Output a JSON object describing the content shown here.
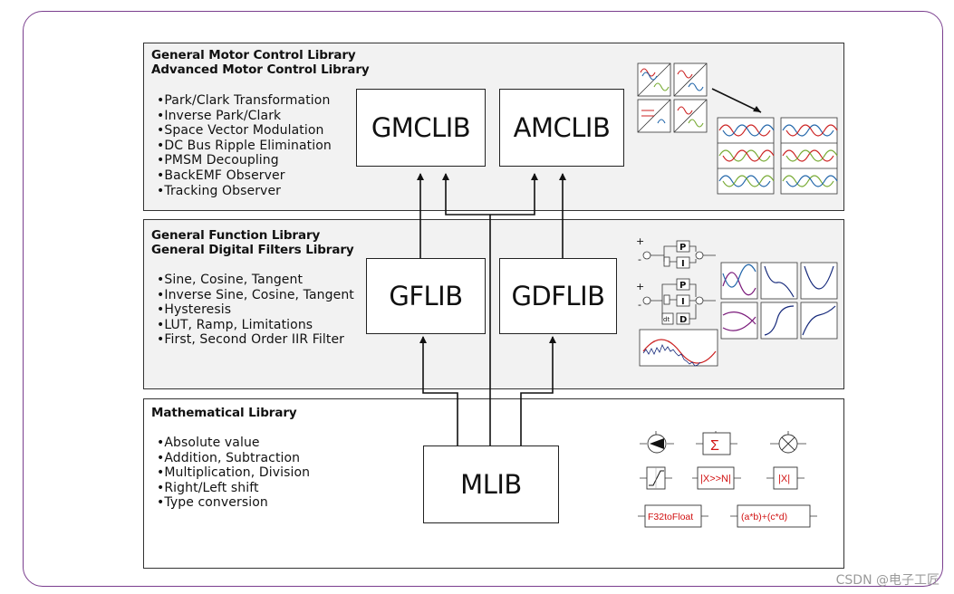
{
  "panels": {
    "motor": {
      "titles": [
        "General Motor Control Library",
        "Advanced Motor Control Library"
      ],
      "features": [
        "Park/Clark Transformation",
        "Inverse Park/Clark",
        "Space Vector Modulation",
        "DC Bus Ripple Elimination",
        "PMSM Decoupling",
        "BackEMF Observer",
        "Tracking Observer"
      ],
      "libs": [
        "GMCLIB",
        "AMCLIB"
      ]
    },
    "function": {
      "titles": [
        "General Function Library",
        "General Digital Filters Library"
      ],
      "features": [
        "Sine, Cosine, Tangent",
        "Inverse Sine, Cosine, Tangent",
        "Hysteresis",
        "LUT, Ramp, Limitations",
        "First, Second Order IIR Filter"
      ],
      "libs": [
        "GFLIB",
        "GDFLIB"
      ],
      "pid_labels": {
        "plus": "+",
        "minus": "-",
        "p": "P",
        "i": "I",
        "d": "D",
        "dt": "dt"
      }
    },
    "math": {
      "titles": [
        "Mathematical Library"
      ],
      "features": [
        "Absolute value",
        "Addition, Subtraction",
        "Multiplication, Division",
        "Right/Left shift",
        "Type conversion"
      ],
      "libs": [
        "MLIB"
      ],
      "blocks": {
        "sum": "Σ",
        "shift": "|X>>N|",
        "abs": "|X|",
        "convert": "F32toFloat",
        "mac": "(a*b)+(c*d)"
      }
    }
  },
  "watermark": "CSDN @电子工匠",
  "colors": {
    "frame": "#7a3e8e",
    "accent_red": "#d11111"
  }
}
